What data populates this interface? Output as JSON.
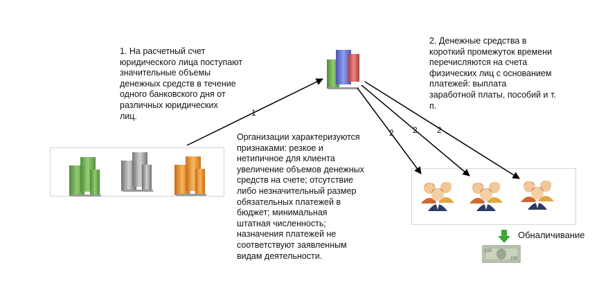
{
  "texts": {
    "incoming": "1. На расчетный счет\nюридического лица поступают\nзначительные объемы\nденежных средств в течение\nодного банковского дня от\nразличных юридических\nлиц.",
    "outgoing": "2. Денежные средства в\nкороткий промежуток времени\nперечисляются на счета\nфизических лиц с основанием\nплатежей: выплата\nзаработной платы, пособий и т.\nп.",
    "features": "Организации характеризуются\nпризнаками: резкое и\nнетипичное для клиента\nувеличение объемов денежных\nсредств на счете; отсутствие\nлибо незначительный размер\nобязательных платежей в\nбюджет; минимальная\nштатная численность;\nназначения платежей не\nсоответствуют заявленным\nвидам деятельности.",
    "cashout": "Обналичивание"
  },
  "arrow_labels": {
    "one": "1",
    "two_a": "2",
    "two_b": "2",
    "two_c": "2"
  },
  "banknote": {
    "denomination": "100"
  },
  "icons": {
    "source_companies": [
      "green-building-icon",
      "gray-building-icon",
      "orange-building-icon"
    ],
    "hub": "multicolor-building-icon",
    "recipients": [
      "people-group-icon",
      "people-group-icon",
      "people-group-icon"
    ],
    "cashout": [
      "green-down-arrow-icon",
      "dollar-banknote-icon"
    ]
  },
  "colors": {
    "green": "#6aa84f",
    "gray": "#9e9e9e",
    "orange": "#e69138",
    "arrow": "#000000"
  }
}
